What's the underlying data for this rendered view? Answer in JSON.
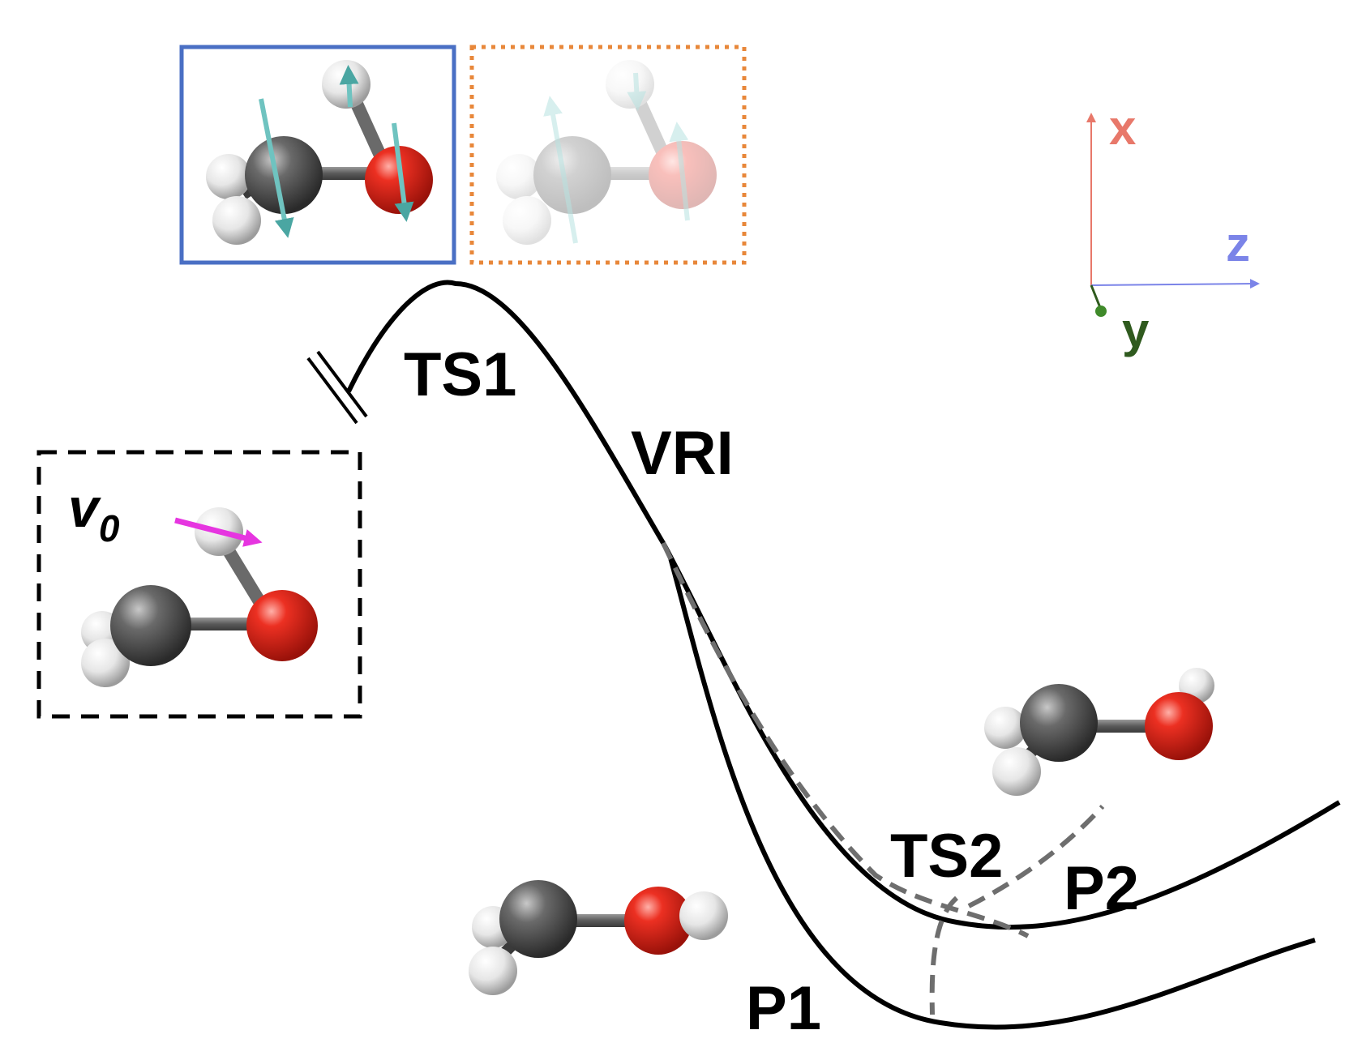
{
  "labels": {
    "ts1": "TS1",
    "vri": "VRI",
    "ts2": "TS2",
    "p1": "P1",
    "p2": "P2",
    "v0_main": "v",
    "v0_sub": "0"
  },
  "axes": {
    "x": "x",
    "z": "z",
    "y": "y"
  },
  "colors": {
    "curve": "#000000",
    "dashed_curve": "#6e6e6e",
    "carbon": "#4a4a4a",
    "oxygen": "#e0241c",
    "hydrogen": "#f2f2f2",
    "mode_arrow": "#6fc3c0",
    "velocity_arrow": "#e635e0",
    "box_solid": "#4a6fc4",
    "box_dotted": "#e8873a",
    "box_dashed": "#000000",
    "axis_x": "#e8786a",
    "axis_z": "#7b84e8",
    "axis_y": "#2f5a1e"
  },
  "icons": {
    "molecule": "ch3oh-ball-and-stick",
    "mode_arrows": "normal-mode-vector-arrows",
    "velocity": "initial-velocity-arrow"
  }
}
